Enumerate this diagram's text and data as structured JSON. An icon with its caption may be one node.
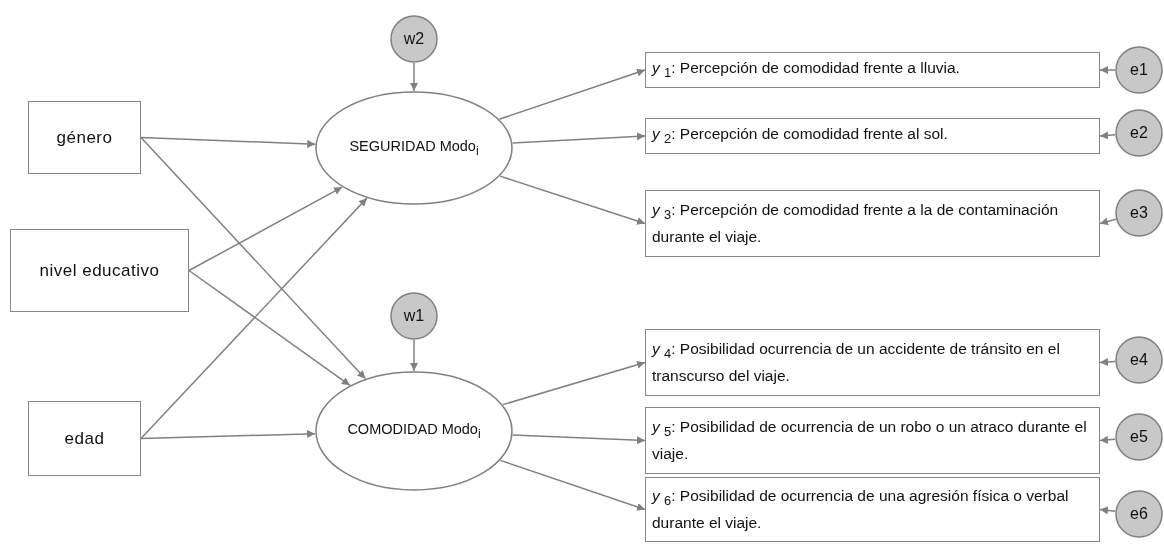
{
  "diagram": {
    "nodes": [
      {
        "text": [
          "género"
        ]
      },
      {
        "text": [
          "nivel educativo"
        ]
      },
      {
        "text": [
          "edad"
        ]
      },
      {
        "text": [
          "w2"
        ]
      },
      {
        "text": [
          "SEGURIDAD Modo$_{i}$"
        ]
      },
      {
        "text": [
          "w1"
        ]
      },
      {
        "text": [
          "COMODIDAD Modo$_{i}$"
        ]
      },
      {
        "text": [
          "*y* $_{1}$: Percepción de comodidad frente a lluvia."
        ]
      },
      {
        "text": [
          "*y* $_{2}$: Percepción de comodidad frente al sol."
        ]
      },
      {
        "text": [
          "*y* $_{3}$: Percepción de comodidad frente a la de contaminación durante el viaje."
        ]
      },
      {
        "text": [
          "*y* $_{4}$: Posibilidad ocurrencia de un accidente de tránsito en el transcurso del viaje."
        ]
      },
      {
        "text": [
          "*y* $_{5}$: Posibilidad de ocurrencia de un robo o un atraco durante el viaje."
        ]
      },
      {
        "text": [
          "*y* $_{6}$: Posibilidad de ocurrencia de una agresión física o verbal durante el viaje."
        ]
      },
      {
        "text": [
          "e1"
        ]
      },
      {
        "text": [
          "e2"
        ]
      },
      {
        "text": [
          "e3"
        ]
      },
      {
        "text": [
          "e4"
        ]
      },
      {
        "text": [
          "e5"
        ]
      },
      {
        "text": [
          "e6"
        ]
      }
    ],
    "edges": [
      {
        "from": 3,
        "to": 4,
        "arrow": "to"
      },
      {
        "from": 0,
        "to": 4,
        "arrow": "to"
      },
      {
        "from": 0,
        "to": 6,
        "arrow": "to"
      },
      {
        "from": 1,
        "to": 4,
        "arrow": "to"
      },
      {
        "from": 1,
        "to": 6,
        "arrow": "to"
      },
      {
        "from": 2,
        "to": 4,
        "arrow": "to"
      },
      {
        "from": 2,
        "to": 6,
        "arrow": "to"
      },
      {
        "from": 5,
        "to": 6,
        "arrow": "to"
      },
      {
        "from": 4,
        "to": 7,
        "arrow": "to"
      },
      {
        "from": 4,
        "to": 8,
        "arrow": "to"
      },
      {
        "from": 4,
        "to": 9,
        "arrow": "to"
      },
      {
        "from": 6,
        "to": 10,
        "arrow": "to"
      },
      {
        "from": 6,
        "to": 11,
        "arrow": "to"
      },
      {
        "from": 6,
        "to": 12,
        "arrow": "to"
      },
      {
        "from": 13,
        "to": 7,
        "arrow": "to"
      },
      {
        "from": 14,
        "to": 8,
        "arrow": "to"
      },
      {
        "from": 15,
        "to": 9,
        "arrow": "to"
      },
      {
        "from": 16,
        "to": 10,
        "arrow": "to"
      },
      {
        "from": 17,
        "to": 11,
        "arrow": "to"
      },
      {
        "from": 18,
        "to": 12,
        "arrow": "to"
      }
    ]
  }
}
